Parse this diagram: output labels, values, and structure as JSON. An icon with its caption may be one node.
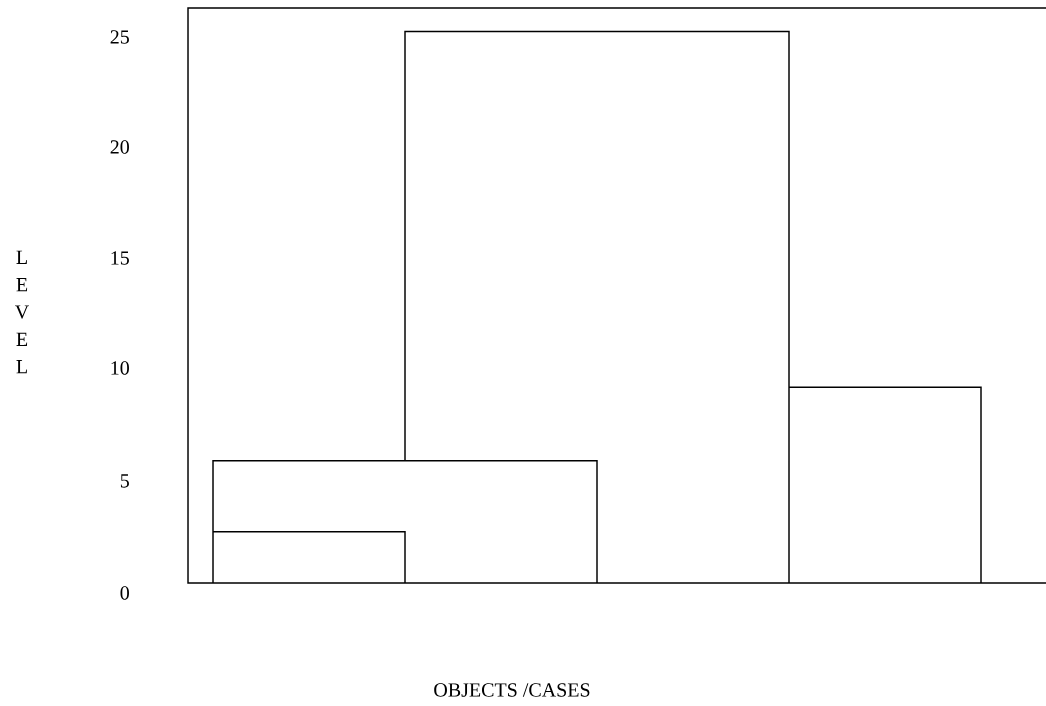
{
  "diagram": {
    "labels": [
      "25",
      "20",
      "L E V E L",
      "15",
      "10",
      "5",
      "0",
      "OBJECTS /CASES"
    ]
  }
}
